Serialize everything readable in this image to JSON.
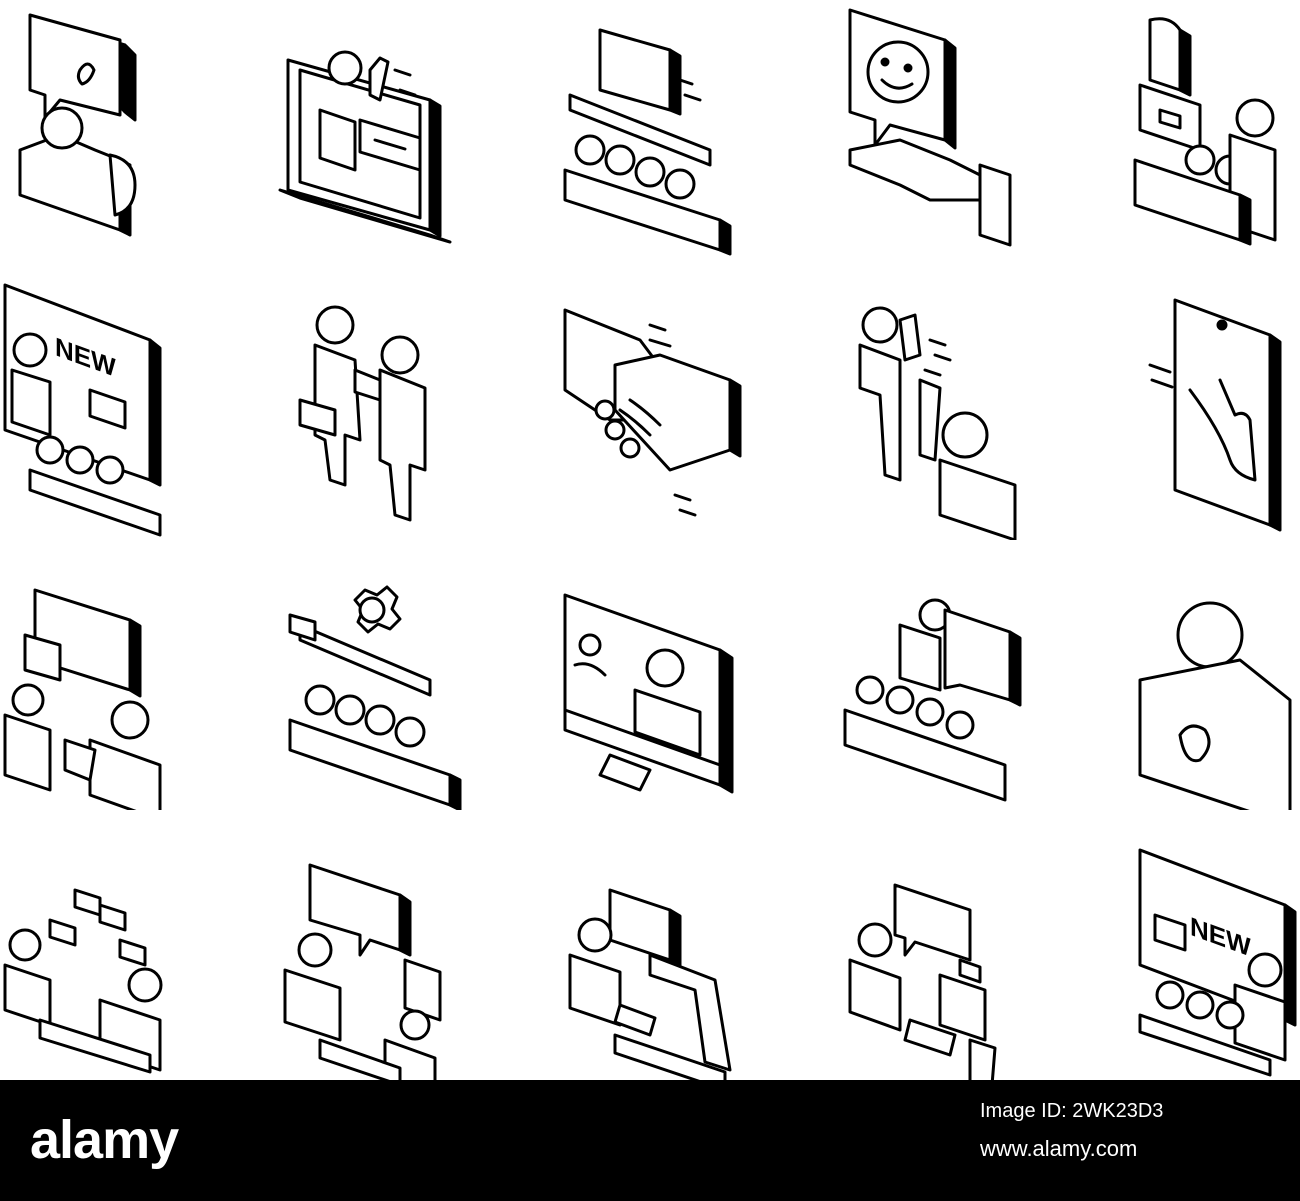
{
  "footer": {
    "brand": "alamy",
    "image_id": "Image ID: 2WK23D3",
    "url": "www.alamy.com",
    "background": "#000000",
    "text_color": "#ffffff"
  },
  "icons": [
    "customer-feedback-speech-icon",
    "laptop-presentation-icon",
    "ribbon-crowd-icon",
    "smile-review-hand-icon",
    "microphone-speaker-icon",
    "new-board-presentation-icon",
    "two-people-meeting-icon",
    "handshake-icon",
    "greeting-people-icon",
    "phone-wave-hand-icon",
    "delivery-chat-icon",
    "gear-ribbon-crowd-icon",
    "monitor-video-call-icon",
    "speaker-audience-icon",
    "person-hand-on-chest-icon",
    "table-negotiation-icon",
    "desk-chat-gift-icon",
    "desk-service-computer-icon",
    "counter-delivery-icon",
    "new-product-board-icon"
  ],
  "board_text": [
    "NEW",
    "NEW"
  ]
}
